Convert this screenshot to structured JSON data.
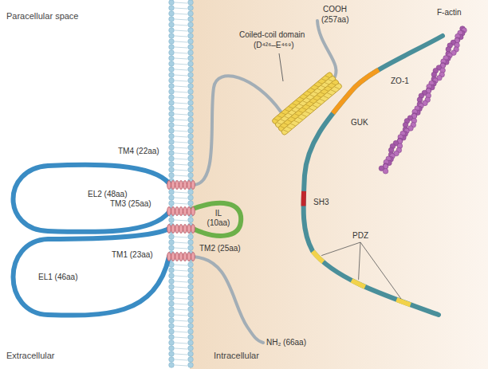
{
  "diagram": {
    "labels": [
      "Paracellular space",
      "Coiled-coil domain",
      "(D⁴²⁶–E⁴⁶⁹)",
      "COOH",
      "(257aa)",
      "F-actin",
      "ZO-1",
      "TM4 (22aa)",
      "GUK",
      "EL2 (48aa)",
      "IL (10aa)",
      "TM3 (25aa)",
      "TM2 (25aa)",
      "SH3",
      "PDZ",
      "EL1 (46aa)",
      "TM1 (23aa)",
      "NH₂ (66aa)",
      "Extracellular",
      "Intracellular"
    ]
  }
}
